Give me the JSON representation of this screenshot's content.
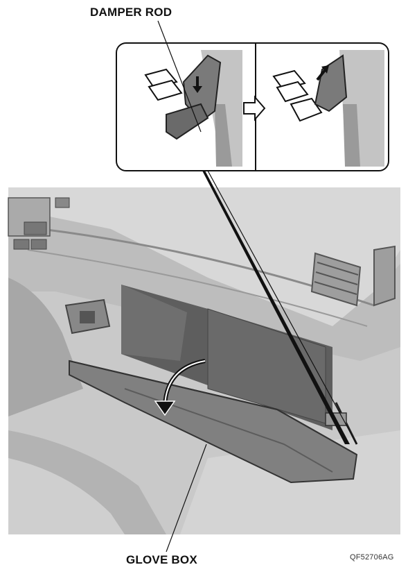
{
  "labels": {
    "damper_rod": "DAMPER ROD",
    "glove_box": "GLOVE BOX",
    "figure_code": "QF52706AG"
  },
  "colors": {
    "background": "#ffffff",
    "scene_grey": "#bdbdbd",
    "dark_grey": "#5a5a5a",
    "line": "#111111"
  }
}
